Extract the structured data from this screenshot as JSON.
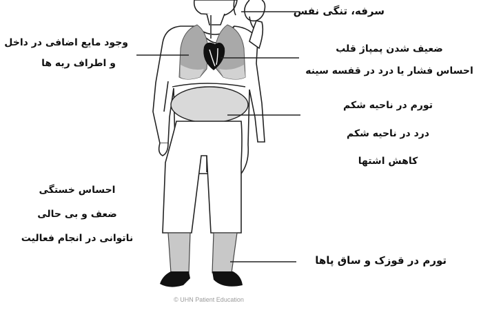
{
  "labels": {
    "breath": "سرفه، تنگی نفس",
    "heart_line1": "ضعیف شدن پمپاژ قلب",
    "heart_line2": "احساس فشار یا درد در قفسه سینه",
    "lungs_line1": "وجود مایع اضافی در داخل",
    "lungs_line2": "و اطراف ریه ها",
    "abdomen_line1": "تورم در ناحیه شکم",
    "abdomen_line2": "درد در ناحیه شکم",
    "abdomen_line3": "کاهش اشتها",
    "fatigue_line1": "احساس خستگی",
    "fatigue_line2": "ضعف و بی حالی",
    "fatigue_line3": "ناتوانی در انجام فعالیت",
    "legs": "تورم در قوزک و ساق پاها"
  },
  "credit": "© UHN Patient Education"
}
